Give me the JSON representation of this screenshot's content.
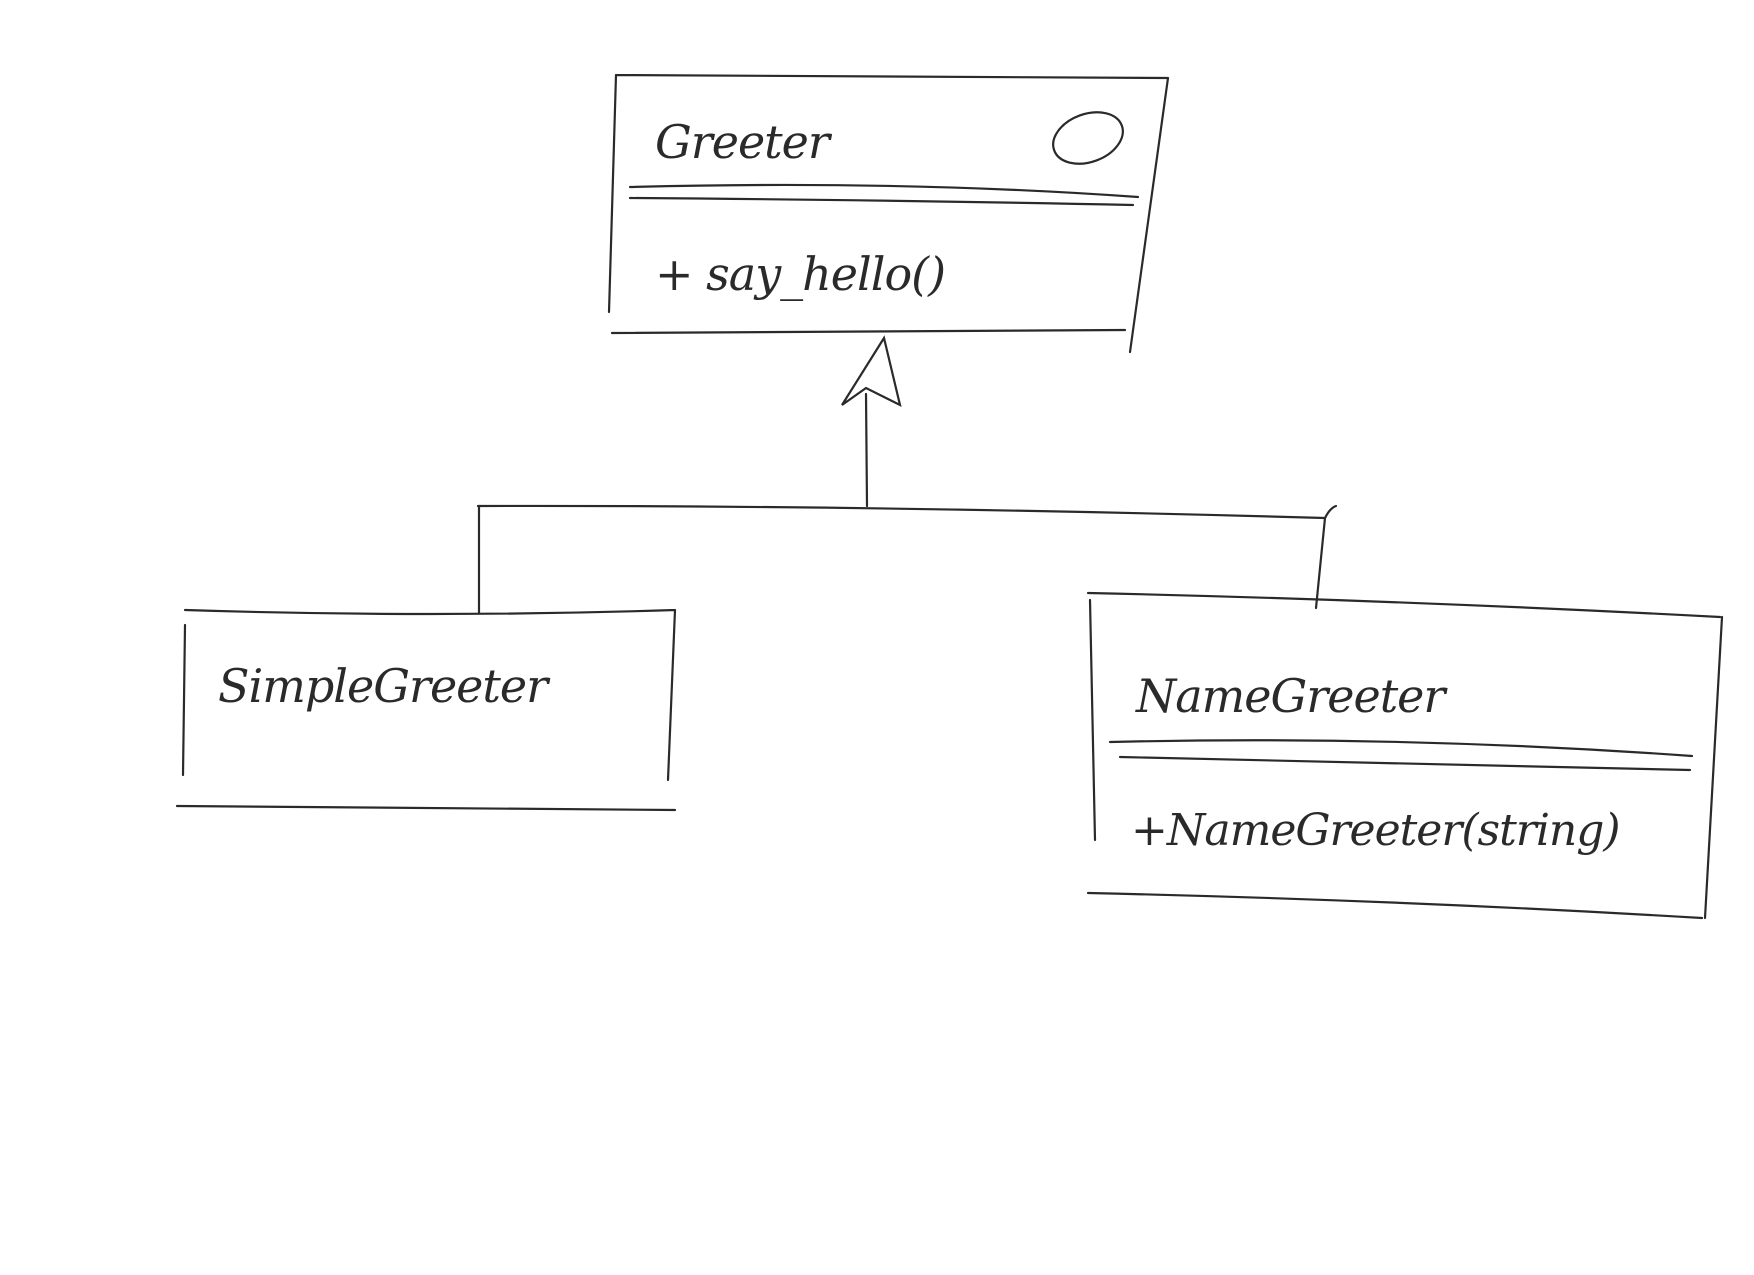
{
  "diagram": {
    "type": "UML class diagram (hand-drawn)",
    "classes": [
      {
        "name": "Greeter",
        "stereotype_icon": "interface-circle-icon",
        "methods": [
          "+ say_hello()"
        ]
      },
      {
        "name": "SimpleGreeter",
        "methods": []
      },
      {
        "name": "NameGreeter",
        "methods": [
          "+NameGreeter(string)"
        ]
      }
    ],
    "relations": [
      {
        "type": "generalization",
        "from": "SimpleGreeter",
        "to": "Greeter"
      },
      {
        "type": "generalization",
        "from": "NameGreeter",
        "to": "Greeter"
      }
    ]
  }
}
